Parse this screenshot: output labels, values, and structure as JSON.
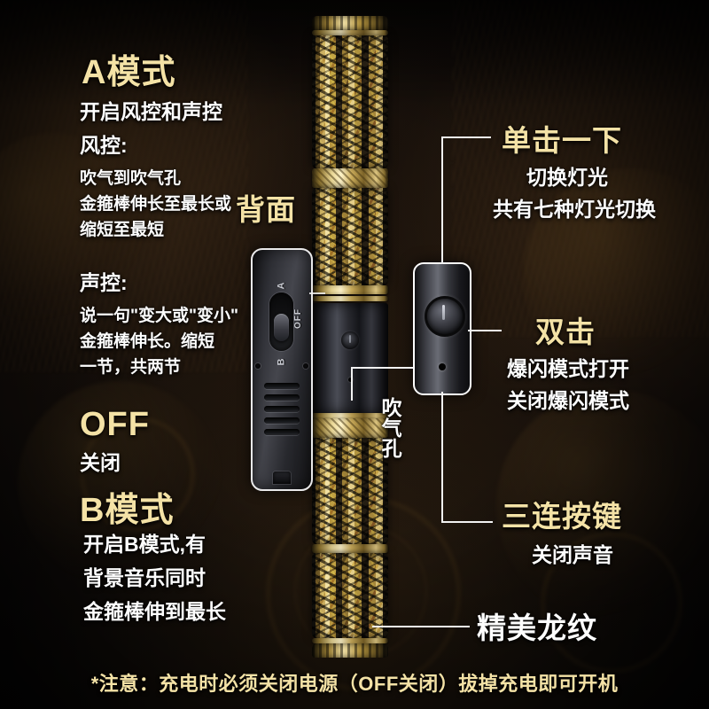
{
  "product": {
    "name": "telescopic-golden-staff",
    "description": "Ornate gold dragon-relief telescopic staff toy infographic"
  },
  "colors": {
    "gold": "#f4e2a6",
    "white": "#fdfdfd",
    "background": "#0a0809",
    "line": "#f2f2f2"
  },
  "left_column": {
    "mode_a": {
      "title": "A模式",
      "subtitle": "开启风控和声控",
      "wind_heading": "风控:",
      "wind_lines": [
        "吹气到吹气孔",
        "金箍棒伸长至最长或",
        "缩短至最短"
      ],
      "voice_heading": "声控:",
      "voice_lines": [
        "说一句\"变大或\"变小\"",
        "金箍棒伸长。缩短",
        "一节，共两节"
      ]
    },
    "off": {
      "title": "OFF",
      "subtitle": "关闭"
    },
    "mode_b": {
      "title": "B模式",
      "lines": [
        "开启B模式,有",
        "背景音乐同时",
        "金箍棒伸到最长"
      ]
    }
  },
  "back_panel": {
    "heading": "背面",
    "switch": {
      "position_a": "A",
      "position_off": "OFF",
      "position_b": "B"
    },
    "grille_slot_count": 5
  },
  "blow_hole_label": "吹气孔",
  "right_column": {
    "single_click": {
      "title": "单击一下",
      "lines": [
        "切换灯光",
        "共有七种灯光切换"
      ]
    },
    "double_click": {
      "title": "双击",
      "lines": [
        "爆闪模式打开",
        "关闭爆闪模式"
      ]
    },
    "triple_press": {
      "title": "三连按键",
      "lines": [
        "关闭声音"
      ]
    },
    "dragon_pattern": {
      "title": "精美龙纹"
    }
  },
  "footer": {
    "note": "*注意：充电时必须关闭电源（OFF关闭）拔掉充电即可开机"
  }
}
